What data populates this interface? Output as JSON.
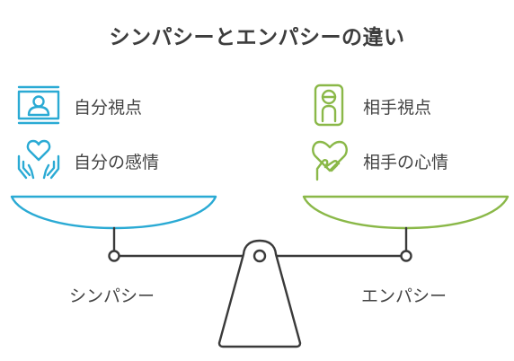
{
  "title": "シンパシーとエンパシーの違い",
  "left": {
    "name": "シンパシー",
    "color": "#2aaad4",
    "items": [
      {
        "label": "自分視点",
        "icon": "person-portrait-icon"
      },
      {
        "label": "自分の感情",
        "icon": "hands-holding-heart-icon"
      }
    ]
  },
  "right": {
    "name": "エンパシー",
    "color": "#8ab848",
    "items": [
      {
        "label": "相手視点",
        "icon": "person-badge-icon"
      },
      {
        "label": "相手の心情",
        "icon": "hand-on-heart-icon"
      }
    ]
  }
}
